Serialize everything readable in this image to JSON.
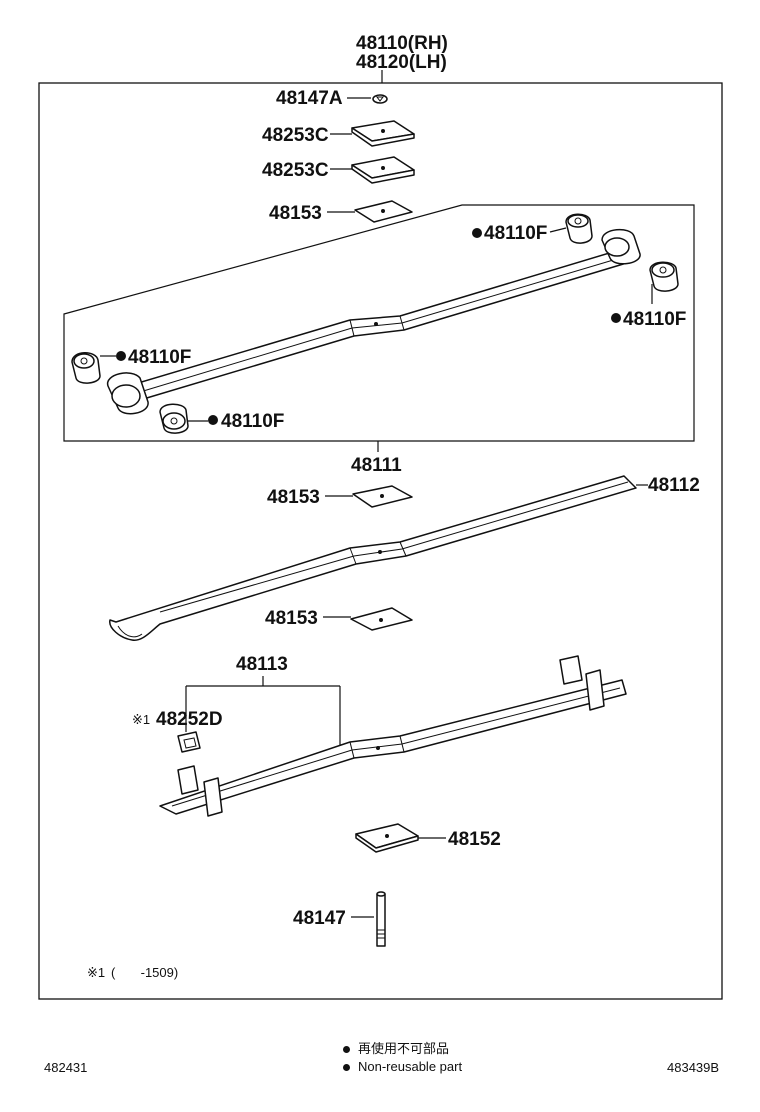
{
  "title": {
    "rh": "48110(RH)",
    "lh": "48120(LH)"
  },
  "callouts": {
    "p48147A": "48147A",
    "p48253C_1": "48253C",
    "p48253C_2": "48253C",
    "p48153_top": "48153",
    "bush_1": "48110F",
    "bush_2": "48110F",
    "bush_3": "48110F",
    "bush_4": "48110F",
    "p48111": "48111",
    "p48153_mid": "48153",
    "p48112": "48112",
    "p48153_low": "48153",
    "p48113": "48113",
    "p48252D_mark": "※1",
    "p48252D": "48252D",
    "p48152": "48152",
    "p48147": "48147"
  },
  "footnote": {
    "mark": "※1",
    "range": "(       -1509)"
  },
  "legend": {
    "line1": "再使用不可部品",
    "line2": "Non-reusable part"
  },
  "corners": {
    "left": "482431",
    "right": "483439B"
  }
}
